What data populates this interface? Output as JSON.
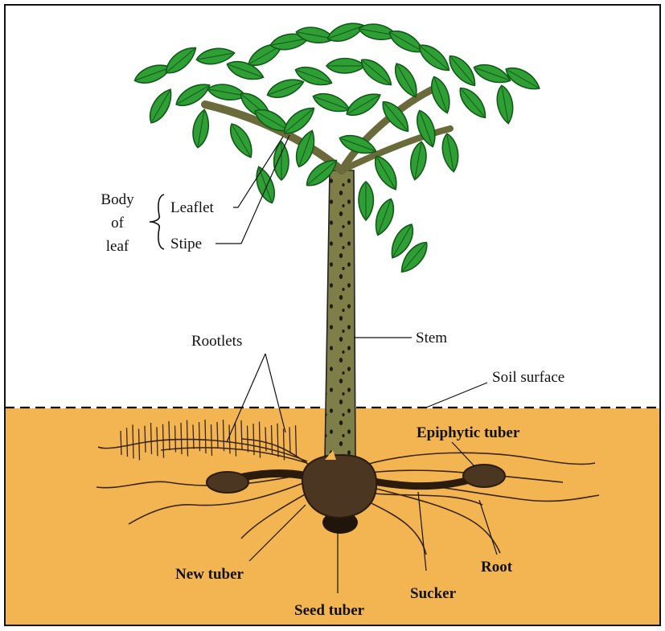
{
  "labels": {
    "body_of_leaf": [
      "Body",
      "of",
      "leaf"
    ],
    "leaflet": "Leaflet",
    "stipe": "Stipe",
    "rootlets": "Rootlets",
    "stem": "Stem",
    "soil_surface": "Soil surface",
    "epiphytic_tuber": "Epiphytic tuber",
    "root": "Root",
    "sucker": "Sucker",
    "new_tuber": "New tuber",
    "seed_tuber": "Seed tuber"
  },
  "colors": {
    "soil": "#f2b551",
    "sky": "#ffffff",
    "leaf": "#2f9e34",
    "leaf_dark": "#0f5a18",
    "stem": "#7e7f48",
    "stem_spot": "#1d1d10",
    "tuber": "#4a3621",
    "tuber_dark": "#2a1b0d",
    "border": "#111111"
  }
}
